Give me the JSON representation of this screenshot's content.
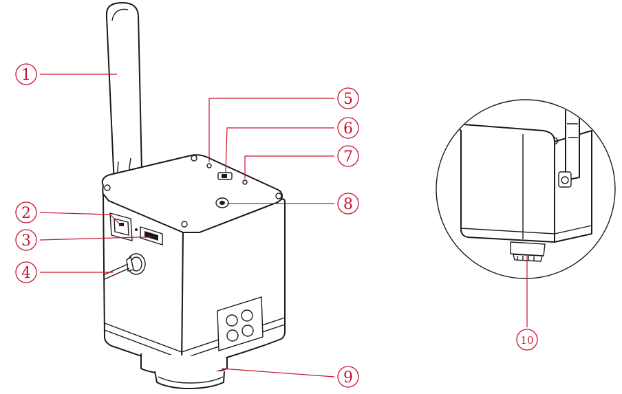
{
  "diagram": {
    "callouts": [
      {
        "id": "c1",
        "label": "1"
      },
      {
        "id": "c2",
        "label": "2"
      },
      {
        "id": "c3",
        "label": "3"
      },
      {
        "id": "c4",
        "label": "4"
      },
      {
        "id": "c5",
        "label": "5"
      },
      {
        "id": "c6",
        "label": "6"
      },
      {
        "id": "c7",
        "label": "7"
      },
      {
        "id": "c8",
        "label": "8"
      },
      {
        "id": "c9",
        "label": "9"
      },
      {
        "id": "c10",
        "label": "10"
      }
    ],
    "colors": {
      "callout": "#c8102e",
      "line_art": "#1a1a1a",
      "background": "#ffffff"
    },
    "parts": [
      "antenna",
      "ethernet-port",
      "hdmi-port",
      "power-cable",
      "indicator-led-left",
      "switch",
      "indicator-led-right",
      "tripod-mount",
      "c-mount",
      "focus-ring"
    ]
  }
}
